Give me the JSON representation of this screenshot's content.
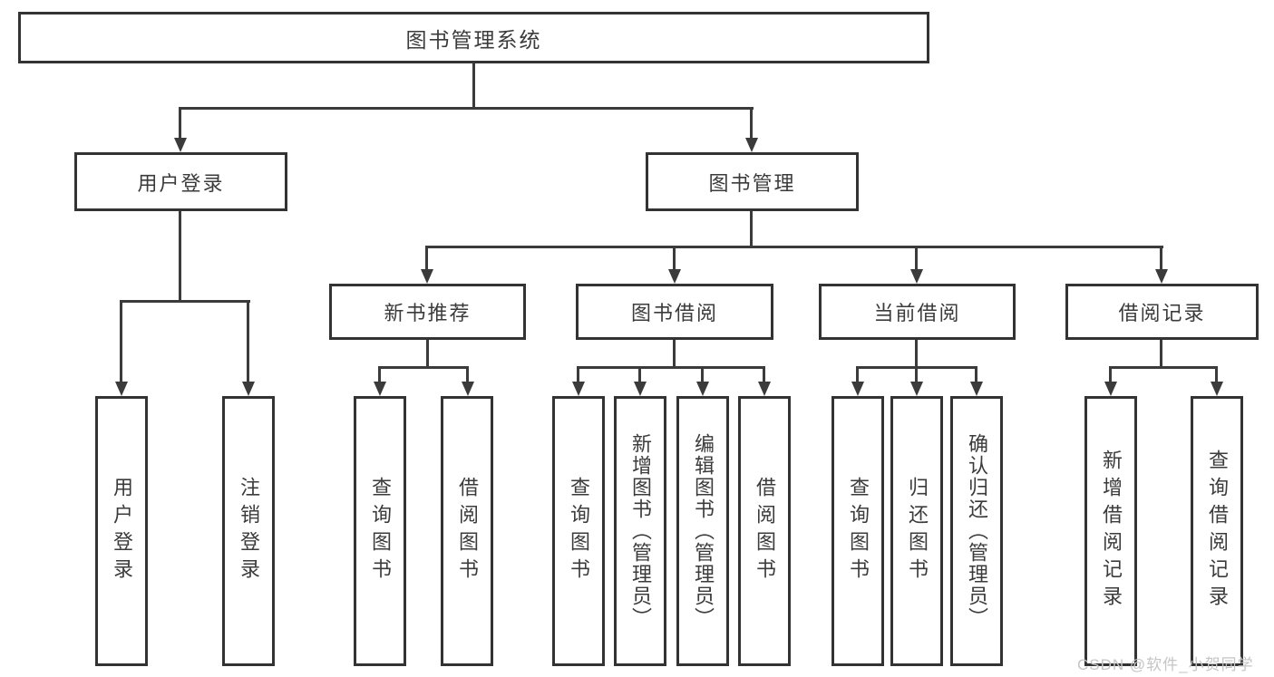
{
  "title": {
    "label": "图书管理系统"
  },
  "level2": {
    "user_login": "用户登录",
    "book_management": "图书管理"
  },
  "level3": {
    "new_book_recommend": "新书推荐",
    "book_borrowing": "图书借阅",
    "current_borrowing": "当前借阅",
    "borrowing_records": "借阅记录"
  },
  "level4": {
    "user_login": "用户登录",
    "logout": "注销登录",
    "nbr_query_books": "查询图书",
    "nbr_borrow_books": "借阅图书",
    "bb_query_books": "查询图书",
    "bb_add_books_admin": "新增图书（管理员）",
    "bb_edit_books_admin": "编辑图书（管理员）",
    "bb_borrow_books": "借阅图书",
    "cb_query_books": "查询图书",
    "cb_return_books": "归还图书",
    "cb_confirm_return_admin": "确认归还（管理员）",
    "br_add_record": "新增借阅记录",
    "br_query_record": "查询借阅记录"
  },
  "watermark": "CSDN @软件_小贺同学",
  "colors": {
    "line": "#3b3b3b",
    "border": "#333333",
    "text": "#3b3b3b",
    "background": "#ffffff",
    "watermark": "#c5c5c5"
  }
}
